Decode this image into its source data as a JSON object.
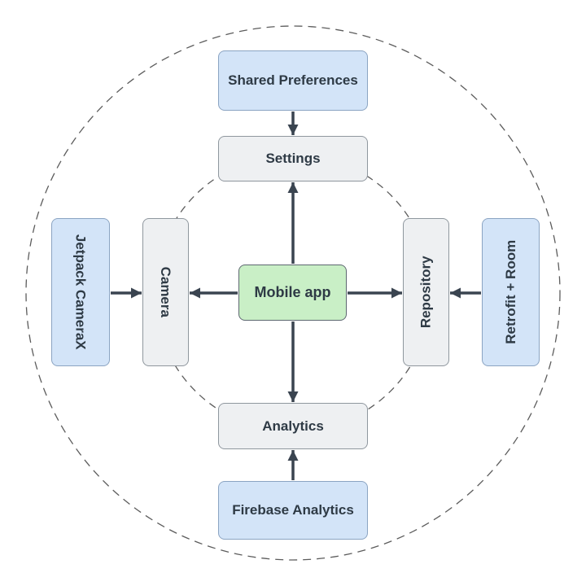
{
  "diagram": {
    "description": "Mobile app architecture diagram with concentric dashed boundary circles",
    "nodes": {
      "mobile_app": {
        "label": "Mobile app",
        "type": "core"
      },
      "settings": {
        "label": "Settings",
        "type": "feature"
      },
      "camera": {
        "label": "Camera",
        "type": "feature"
      },
      "repository": {
        "label": "Repository",
        "type": "feature"
      },
      "analytics": {
        "label": "Analytics",
        "type": "feature"
      },
      "shared_preferences": {
        "label": "Shared Preferences",
        "type": "library"
      },
      "jetpack_camerax": {
        "label": "Jetpack CameraX",
        "type": "library"
      },
      "retrofit_room": {
        "label": "Retrofit + Room",
        "type": "library"
      },
      "firebase_analytics": {
        "label": "Firebase Analytics",
        "type": "library"
      }
    },
    "edges": [
      {
        "from": "shared_preferences",
        "to": "settings",
        "direction": "down"
      },
      {
        "from": "mobile_app",
        "to": "settings",
        "direction": "up"
      },
      {
        "from": "mobile_app",
        "to": "camera",
        "direction": "left"
      },
      {
        "from": "jetpack_camerax",
        "to": "camera",
        "direction": "right"
      },
      {
        "from": "mobile_app",
        "to": "repository",
        "direction": "right"
      },
      {
        "from": "retrofit_room",
        "to": "repository",
        "direction": "left"
      },
      {
        "from": "mobile_app",
        "to": "analytics",
        "direction": "down"
      },
      {
        "from": "firebase_analytics",
        "to": "analytics",
        "direction": "up"
      }
    ],
    "colors": {
      "background": "#ffffff",
      "library_fill": "#d3e4f8",
      "library_border": "#8ba4c2",
      "feature_fill": "#eef0f2",
      "feature_border": "#8f979e",
      "core_fill": "#c9efc6",
      "core_border": "#5d6770",
      "arrow": "#3a4450",
      "text": "#2e3a45",
      "circle_stroke": "#5c5c5c"
    }
  }
}
